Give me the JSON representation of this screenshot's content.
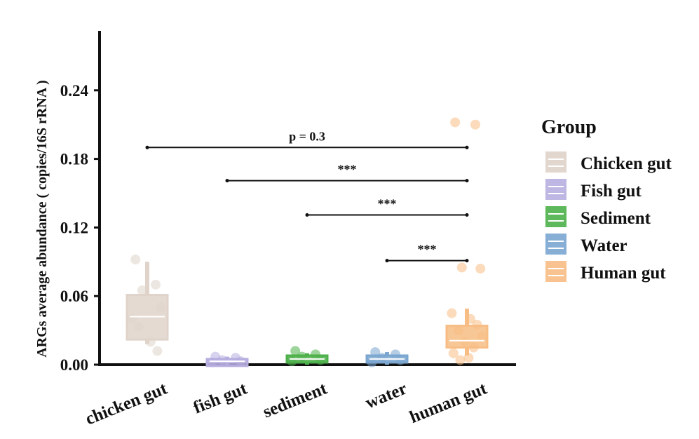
{
  "chart_data": {
    "type": "box",
    "ylabel": "ARGs average abundance ( copies/16S rRNA )",
    "ylim": [
      0,
      0.3
    ],
    "yticks": [
      "0.00",
      "0.06",
      "0.12",
      "0.18",
      "0.24"
    ],
    "ytick_values": [
      0,
      0.06,
      0.12,
      0.18,
      0.24
    ],
    "categories": [
      "chicken gut",
      "fish gut",
      "sediment",
      "water",
      "human gut"
    ],
    "colors": [
      "#dfd3ca",
      "#b7aee0",
      "#4db04a",
      "#7aa6d0",
      "#f7bd84"
    ],
    "boxes": [
      {
        "q1": 0.022,
        "median": 0.042,
        "q3": 0.061,
        "whisker_low": 0.018,
        "whisker_high": 0.09,
        "points": [
          0.092,
          0.07,
          0.065,
          0.05,
          0.04,
          0.02,
          0.012,
          0.033
        ]
      },
      {
        "q1": 0.001,
        "median": 0.003,
        "q3": 0.005,
        "whisker_low": 0.0,
        "whisker_high": 0.007,
        "points": [
          0.007,
          0.006,
          0.004,
          0.003,
          0.002
        ]
      },
      {
        "q1": 0.002,
        "median": 0.005,
        "q3": 0.008,
        "whisker_low": 0.0,
        "whisker_high": 0.01,
        "points": [
          0.012,
          0.009,
          0.007,
          0.004,
          0.003
        ]
      },
      {
        "q1": 0.002,
        "median": 0.005,
        "q3": 0.008,
        "whisker_low": 0.0,
        "whisker_high": 0.011,
        "points": [
          0.011,
          0.009,
          0.006,
          0.004,
          0.002
        ]
      },
      {
        "q1": 0.015,
        "median": 0.021,
        "q3": 0.034,
        "whisker_low": 0.008,
        "whisker_high": 0.049,
        "points": [
          0.212,
          0.21,
          0.085,
          0.084,
          0.045,
          0.04,
          0.035,
          0.03,
          0.025,
          0.02,
          0.015,
          0.01,
          0.006,
          0.004
        ]
      }
    ],
    "comparisons": [
      {
        "from": "chicken gut",
        "to": "human gut",
        "y": 0.19,
        "label": "p = 0.3"
      },
      {
        "from": "fish gut",
        "to": "human gut",
        "y": 0.161,
        "label": "***"
      },
      {
        "from": "sediment",
        "to": "human gut",
        "y": 0.131,
        "label": "***"
      },
      {
        "from": "water",
        "to": "human gut",
        "y": 0.091,
        "label": "***"
      }
    ],
    "legend": {
      "title": "Group",
      "items": [
        "Chicken gut",
        "Fish gut",
        "Sediment",
        "Water",
        "Human gut"
      ],
      "position": "right"
    }
  }
}
